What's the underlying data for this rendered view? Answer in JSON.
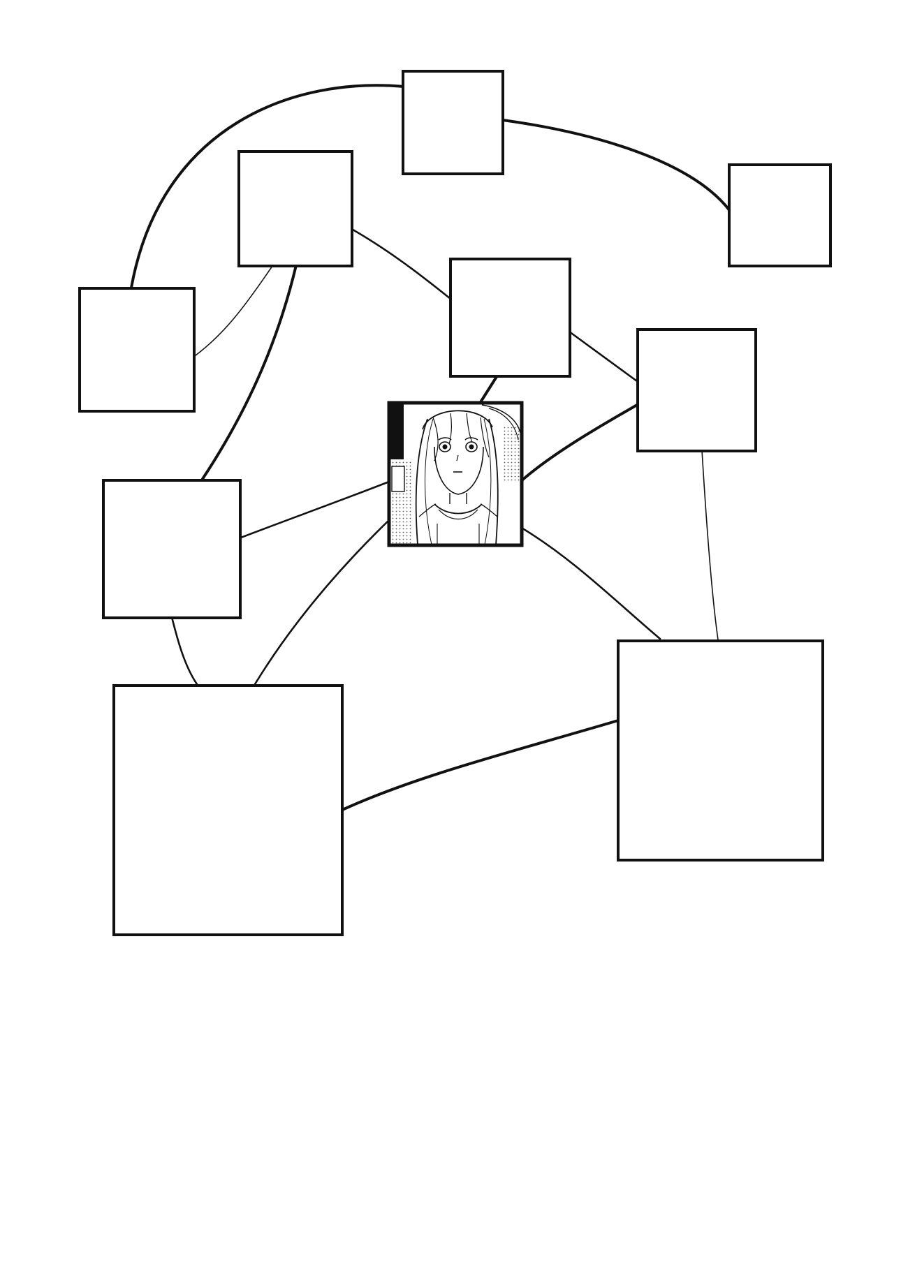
{
  "diagram": {
    "kind": "relationship-map",
    "nodes": [
      {
        "id": "top-center",
        "label": ""
      },
      {
        "id": "top-right",
        "label": ""
      },
      {
        "id": "upper-left",
        "label": ""
      },
      {
        "id": "far-left",
        "label": ""
      },
      {
        "id": "center-upper",
        "label": ""
      },
      {
        "id": "right-middle",
        "label": ""
      },
      {
        "id": "center-portrait",
        "label": "",
        "image": "manga-girl-portrait"
      },
      {
        "id": "left-middle",
        "label": ""
      },
      {
        "id": "bottom-left-large",
        "label": ""
      },
      {
        "id": "bottom-right-large",
        "label": ""
      }
    ],
    "edges": [
      {
        "from": "top-center",
        "to": "far-left"
      },
      {
        "from": "top-center",
        "to": "top-right"
      },
      {
        "from": "upper-left",
        "to": "far-left"
      },
      {
        "from": "upper-left",
        "to": "left-middle"
      },
      {
        "from": "upper-left",
        "to": "center-upper"
      },
      {
        "from": "center-upper",
        "to": "center-portrait"
      },
      {
        "from": "center-upper",
        "to": "right-middle"
      },
      {
        "from": "right-middle",
        "to": "center-portrait"
      },
      {
        "from": "right-middle",
        "to": "bottom-right-large"
      },
      {
        "from": "center-portrait",
        "to": "left-middle"
      },
      {
        "from": "center-portrait",
        "to": "bottom-left-large"
      },
      {
        "from": "center-portrait",
        "to": "bottom-right-large"
      },
      {
        "from": "left-middle",
        "to": "bottom-left-large"
      },
      {
        "from": "bottom-left-large",
        "to": "bottom-right-large"
      }
    ]
  },
  "colors": {
    "stroke": "#111111",
    "background": "#ffffff",
    "screentone": "#9a9a9a"
  }
}
